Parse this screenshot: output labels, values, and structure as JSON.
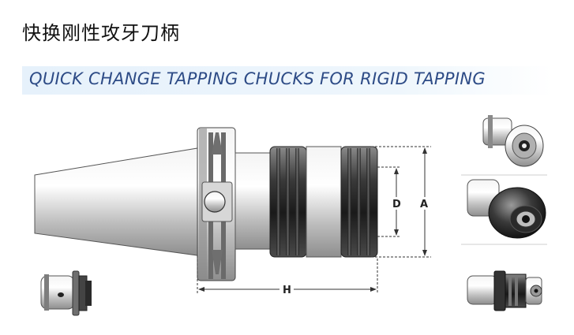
{
  "header": {
    "title_cn": "快换刚性攻牙刀柄",
    "title_en": "QUICK CHANGE TAPPING CHUCKS FOR RIGID TAPPING"
  },
  "dimensions": {
    "d_label": "D",
    "a_label": "A",
    "h_label": "H"
  },
  "colors": {
    "title_en": "#2d4b86",
    "banner": "#e6f1fb",
    "dimension_line": "#333333"
  }
}
